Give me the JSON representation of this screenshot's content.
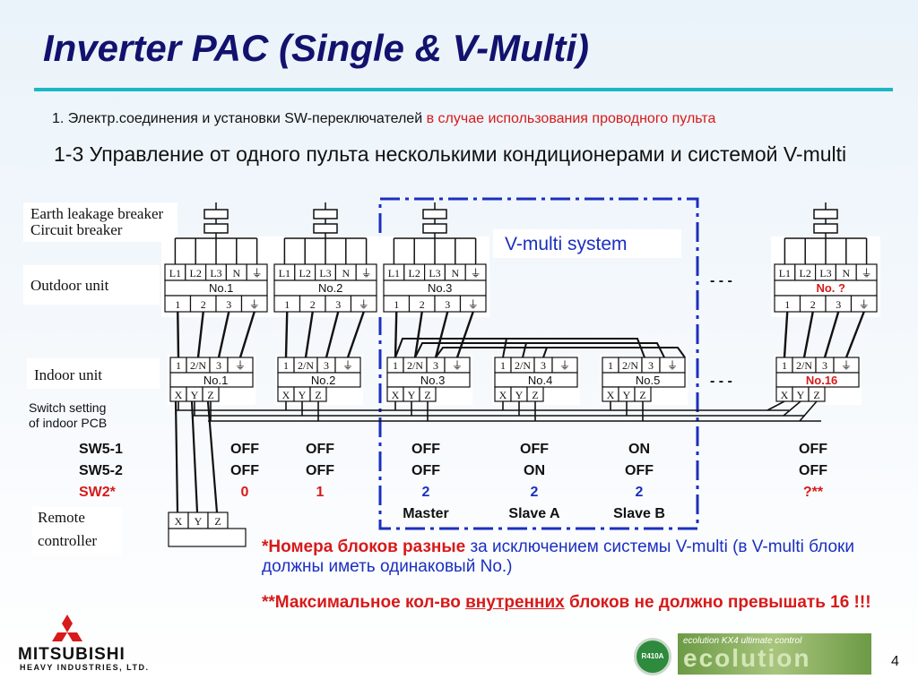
{
  "title": "Inverter PAC (Single & V-Multi)",
  "subtitle1": {
    "prefix": "1. Электр.соединения и установки SW-переключателей ",
    "highlight": "в случае использования проводного пульта"
  },
  "subtitle2": "1-3 Управление от одного пульта несколькими кондиционерами и системой V-multi",
  "labels": {
    "breaker_line1": "Earth leakage breaker",
    "breaker_line2": "Circuit breaker",
    "outdoor": "Outdoor unit",
    "indoor": "Indoor unit",
    "switch_line1": "Switch setting",
    "switch_line2": "of indoor PCB",
    "remote_line1": "Remote",
    "remote_line2": "controller",
    "vmulti": "V-multi system",
    "dash": "- - -"
  },
  "outdoor_units": [
    {
      "no": "No.1",
      "highlight": false
    },
    {
      "no": "No.2",
      "highlight": false
    },
    {
      "no": "No.3",
      "highlight": false
    },
    {
      "no": "No. ?",
      "highlight": true
    }
  ],
  "outdoor_terminals_top": [
    "L1",
    "L2",
    "L3",
    "N",
    "⏚"
  ],
  "outdoor_terminals_bottom": [
    "1",
    "2",
    "3",
    "⏚"
  ],
  "indoor_units": [
    {
      "no": "No.1",
      "highlight": false
    },
    {
      "no": "No.2",
      "highlight": false
    },
    {
      "no": "No.3",
      "highlight": false
    },
    {
      "no": "No.4",
      "highlight": false
    },
    {
      "no": "No.5",
      "highlight": false
    },
    {
      "no": "No.16",
      "highlight": true
    }
  ],
  "indoor_terminals_top": [
    "1",
    "2/N",
    "3",
    "⏚"
  ],
  "indoor_terminals_bottom": [
    "X",
    "Y",
    "Z"
  ],
  "remote_terminals": [
    "X",
    "Y",
    "Z"
  ],
  "switch_rows": [
    {
      "name": "SW5-1",
      "color": "black",
      "values": [
        "OFF",
        "OFF",
        "OFF",
        "OFF",
        "ON",
        "OFF"
      ]
    },
    {
      "name": "SW5-2",
      "color": "black",
      "values": [
        "OFF",
        "OFF",
        "OFF",
        "ON",
        "OFF",
        "OFF"
      ]
    },
    {
      "name": "SW2*",
      "color": "red",
      "values": [
        "0",
        "1",
        "2",
        "2",
        "2",
        "?**"
      ]
    }
  ],
  "roles": [
    "Master",
    "Slave A",
    "Slave B"
  ],
  "note1": {
    "bold": "*Номера блоков разные",
    "rest": " за исключением системы V-multi (в V-multi блоки должны иметь одинаковый  No.)"
  },
  "note2": {
    "p1": "**Максимальное кол-во ",
    "underlined": "внутренних",
    "p2": " блоков не должно превышать 16 !!!"
  },
  "brand": {
    "line1": "MITSUBISHI",
    "line2": "HEAVY INDUSTRIES, LTD."
  },
  "badge": "R410A",
  "eco": {
    "top": "ecolution KX4 ultimate control",
    "big": "ecolution"
  },
  "page_number": "4",
  "colors": {
    "title": "#12126e",
    "rule": "#1ab8c4",
    "red": "#d71a1a",
    "blue": "#1b2fbf"
  }
}
